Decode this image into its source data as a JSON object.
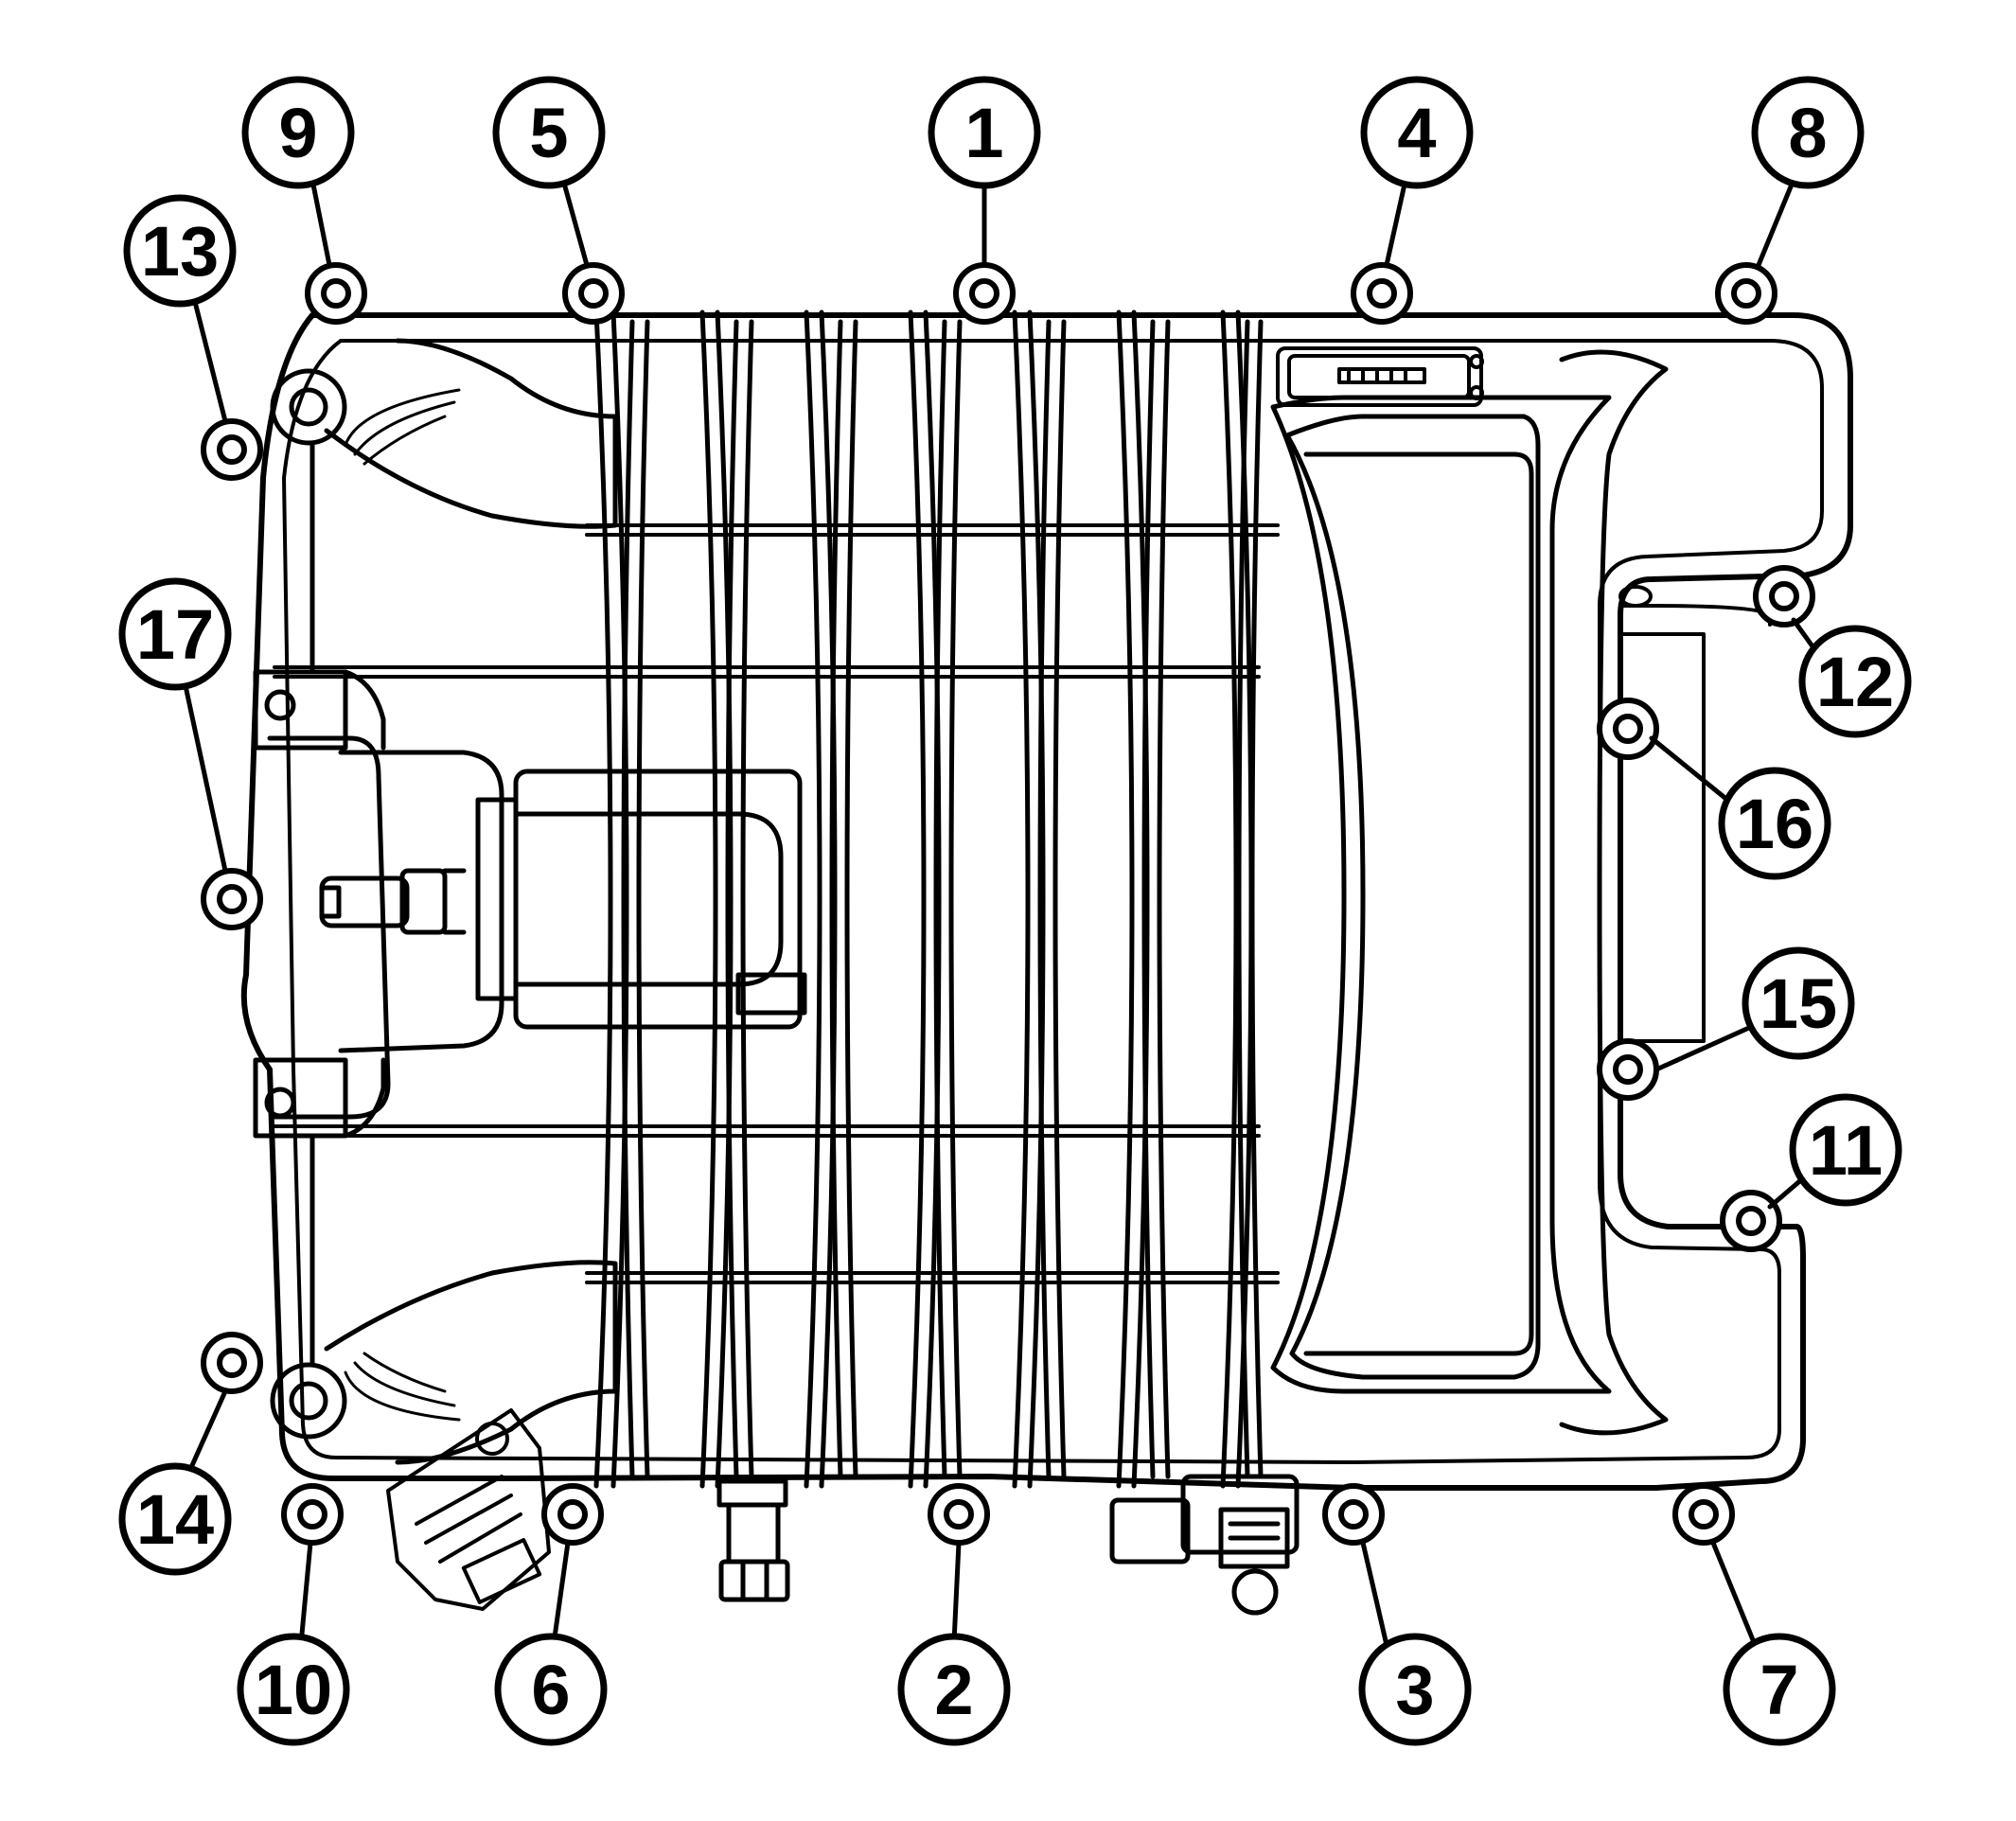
{
  "colors": {
    "line": "#000000",
    "background": "#ffffff"
  },
  "callouts": [
    "1",
    "2",
    "3",
    "4",
    "5",
    "6",
    "7",
    "8",
    "9",
    "10",
    "11",
    "12",
    "13",
    "14",
    "15",
    "16",
    "17"
  ]
}
